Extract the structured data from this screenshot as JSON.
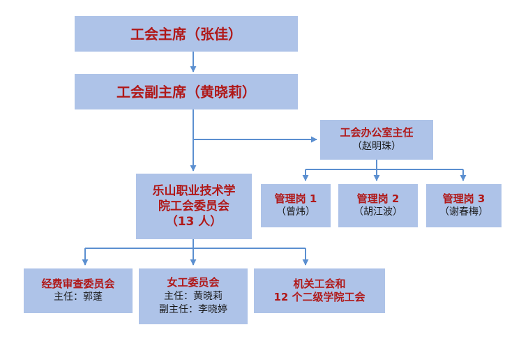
{
  "chairman": {
    "title": "工会主席（张佳）"
  },
  "vice_chairman": {
    "title": "工会副主席（黄晓莉）"
  },
  "office_director": {
    "title": "工会办公室主任",
    "sub": "（赵明珠）"
  },
  "committee": {
    "line1": "乐山职业技术学",
    "line2": "院工会委员会",
    "line3": "（13 人）"
  },
  "posts": [
    {
      "title": "管理岗 1",
      "sub": "（曾炜）"
    },
    {
      "title": "管理岗 2",
      "sub": "（胡江波）"
    },
    {
      "title": "管理岗 3",
      "sub": "（谢春梅）"
    }
  ],
  "funds_committee": {
    "title": "经费审查委员会",
    "sub": "主任：郭蓬"
  },
  "women_committee": {
    "title": "女工委员会",
    "sub1": "主任：黄晓莉",
    "sub2": "副主任：李晓婷"
  },
  "union_branches": {
    "line1": "机关工会和",
    "line2": "12 个二级学院工会"
  },
  "colors": {
    "box": "#aec3e8",
    "title_text": "#b01818",
    "connector": "#5b8fd0"
  }
}
